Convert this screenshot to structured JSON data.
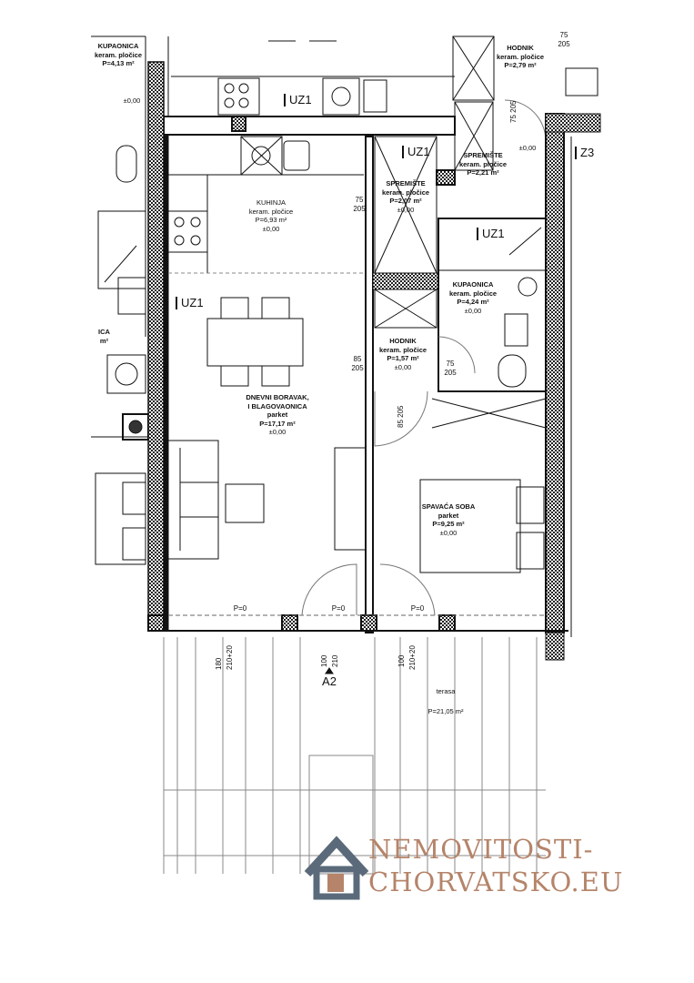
{
  "rooms": {
    "kupaonica_left": {
      "name": "KUPAONICA",
      "floor": "keram. pločice",
      "area": "P=4,13 m²",
      "level": "±0,00"
    },
    "kuhinja": {
      "name": "KUHINJA",
      "floor": "keram. pločice",
      "area": "P=6,93 m²",
      "level": "±0,00"
    },
    "spremiste1": {
      "name": "SPREMIŠTE",
      "floor": "keram. pločice",
      "area": "P=2,07 m²",
      "level": "±0,00"
    },
    "spremiste2": {
      "name": "SPREMIŠTE",
      "floor": "keram. pločice",
      "area": "P=2,21 m²"
    },
    "hodnik_top": {
      "name": "HODNIK",
      "floor": "keram. pločice",
      "area": "P=2,79 m²",
      "level": "±0,00"
    },
    "kupaonica": {
      "name": "KUPAONICA",
      "floor": "keram. pločice",
      "area": "P=4,24 m²",
      "level": "±0,00"
    },
    "hodnik": {
      "name": "HODNIK",
      "floor": "keram. pločice",
      "area": "P=1,57 m²",
      "level": "±0,00"
    },
    "dnevni": {
      "name": "DNEVNI BORAVAK,",
      "name2": "I BLAGOVAONICA",
      "floor": "parket",
      "area": "P=17,17 m²",
      "level": "±0,00"
    },
    "spavaca": {
      "name": "SPAVAĆA SOBA",
      "floor": "parket",
      "area": "P=9,25 m²",
      "level": "±0,00"
    },
    "terasa": {
      "name": "terasa",
      "area": "P=21,05 m²"
    },
    "left_partial": {
      "name": "ICA",
      "area": "m²"
    }
  },
  "tags": {
    "uz1": "UZ1",
    "z3": "Z3",
    "a2": "A2"
  },
  "dims": {
    "d75": "75",
    "d205": "205",
    "d85": "85",
    "d100": "100",
    "d180": "180",
    "d210": "210",
    "d210_20": "210+20",
    "p0": "P=0"
  },
  "watermark": {
    "line1": "NEMOVITOSTI-",
    "line2": "CHORVATSKO.EU",
    "color": "#b5846a",
    "icon_color": "#5a6a7a"
  }
}
